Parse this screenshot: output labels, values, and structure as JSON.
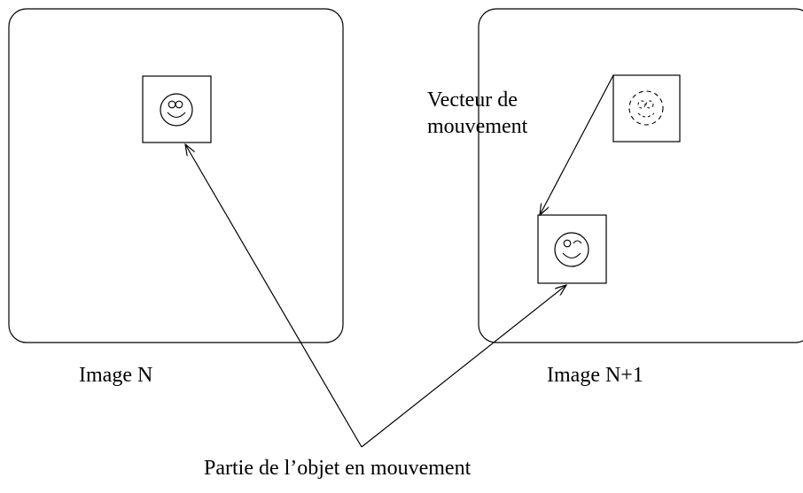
{
  "labels": {
    "frame_n": "Image N",
    "frame_n1": "Image N+1",
    "motion_vector_line1": "Vecteur de",
    "motion_vector_line2": "mouvement",
    "moving_part": "Partie de l’objet en mouvement"
  },
  "colors": {
    "stroke": "#000000",
    "background": "#ffffff"
  },
  "icons": {
    "object_in_frame_n": "smiley-face-icon",
    "object_previous_position": "dashed-smiley-icon",
    "object_in_frame_n1": "winking-smiley-icon"
  }
}
